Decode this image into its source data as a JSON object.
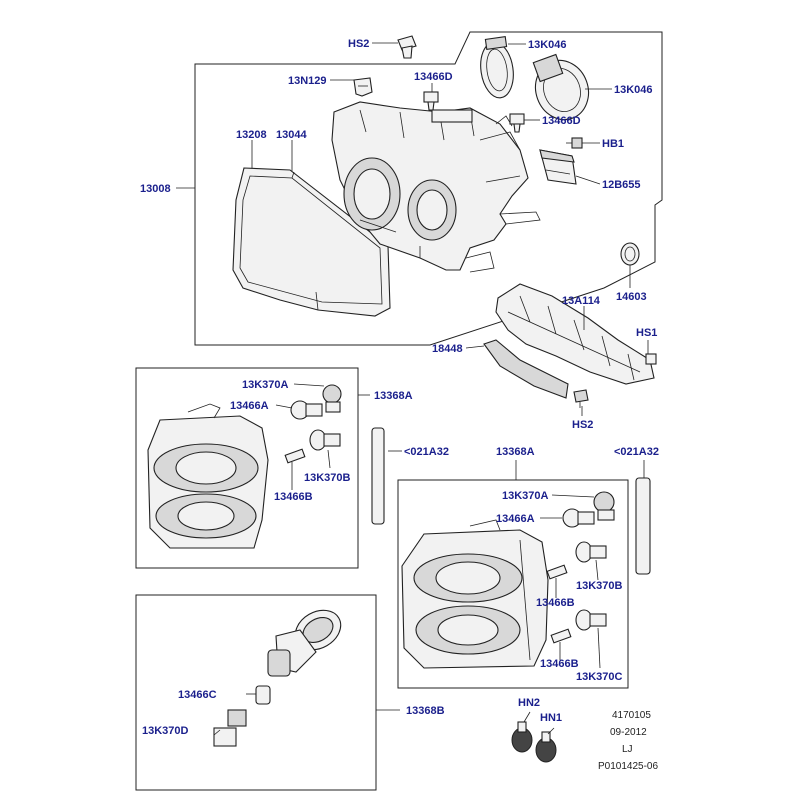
{
  "callouts": {
    "hs2_top": "HS2",
    "c13k046_a": "13K046",
    "c13n129": "13N129",
    "c13466d_a": "13466D",
    "c13k046_b": "13K046",
    "c13208": "13208",
    "c13044": "13044",
    "c13466d_b": "13466D",
    "hb1": "HB1",
    "c13008": "13008",
    "c12b655": "12B655",
    "c14603": "14603",
    "c13a114": "13A114",
    "hs1": "HS1",
    "c18448": "18448",
    "hs2_bottom": "HS2",
    "l_13k370a": "13K370A",
    "l_13368a": "13368A",
    "l_13466a": "13466A",
    "l_021a32": "<021A32",
    "l_13k370b": "13K370B",
    "l_13466b": "13466B",
    "r_13368a": "13368A",
    "r_021a32": "<021A32",
    "r_13k370a": "13K370A",
    "r_13466a": "13466A",
    "r_13k370b": "13K370B",
    "r_13466b_1": "13466B",
    "r_13466b_2": "13466B",
    "r_13k370c": "13K370C",
    "s_13466c": "13466C",
    "s_13368b": "13368B",
    "s_13k370d": "13K370D",
    "hn2": "HN2",
    "hn1": "HN1"
  },
  "footer": {
    "code": "4170105",
    "date": "09-2012",
    "initials": "LJ",
    "reference": "P0101425-06"
  }
}
